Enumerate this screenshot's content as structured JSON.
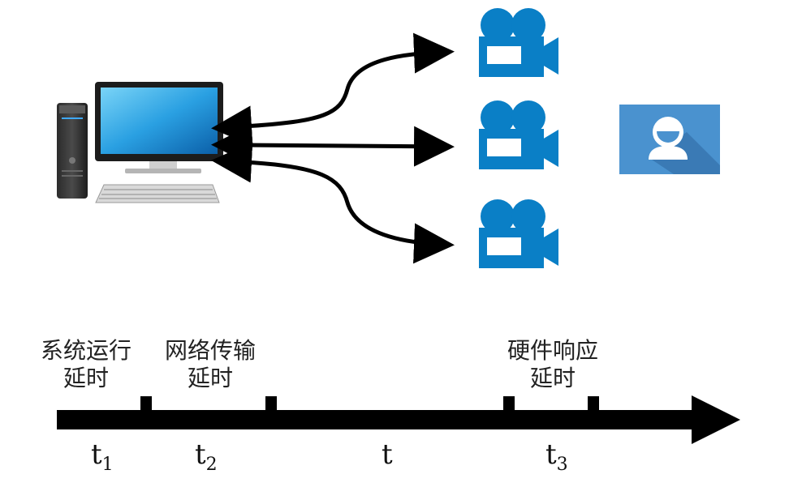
{
  "colors": {
    "camera": "#0a7fc6",
    "person_tile": "#4a92cf",
    "person_shadow": "#3a7ab5",
    "arrow": "#000000",
    "timeline": "#000000"
  },
  "icons": {
    "computer": "desktop-computer-icon",
    "camera": "video-camera-icon",
    "person": "user-avatar-icon"
  },
  "timeline": {
    "segments": [
      {
        "line1": "系统运行",
        "line2": "延时"
      },
      {
        "line1": "网络传输",
        "line2": "延时"
      },
      {
        "line1": "硬件响应",
        "line2": "延时"
      }
    ],
    "intervals": [
      {
        "symbol": "t",
        "subscript": "1"
      },
      {
        "symbol": "t",
        "subscript": "2"
      },
      {
        "symbol": "t",
        "subscript": ""
      },
      {
        "symbol": "t",
        "subscript": "3"
      }
    ]
  }
}
